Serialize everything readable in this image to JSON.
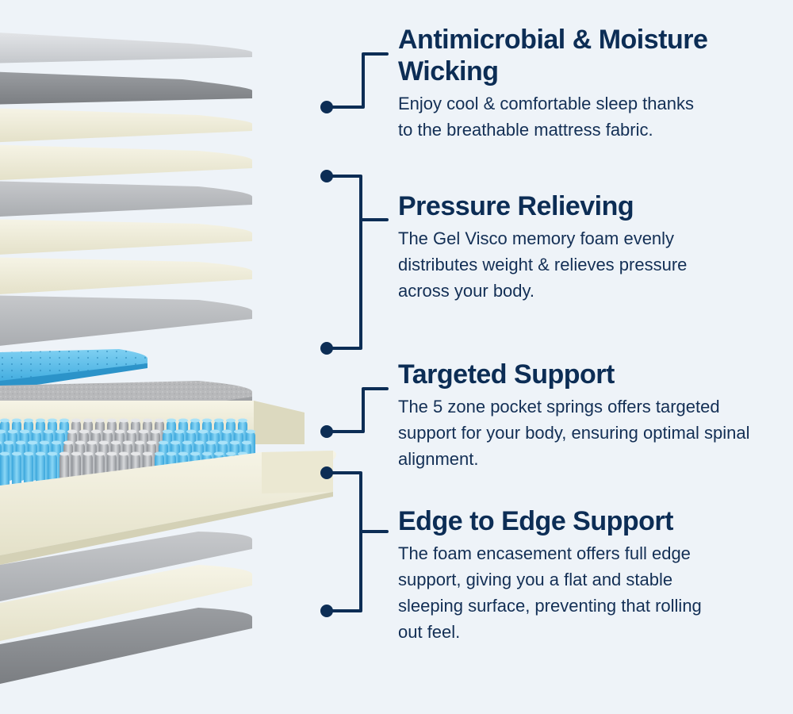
{
  "colors": {
    "background": "#eef3f8",
    "navy": "#0c2d55",
    "gel_blue": "#45b6e8",
    "foam_cream": "#f0eedc",
    "fabric_grey": "#b9bcc0"
  },
  "features": [
    {
      "title": "Antimicrobial & Moisture Wicking",
      "body": "Enjoy cool & comfortable sleep thanks to the breathable mattress fabric."
    },
    {
      "title": "Pressure Relieving",
      "body": "The Gel Visco memory foam evenly distributes weight & relieves pressure across your body."
    },
    {
      "title": "Targeted Support",
      "body": "The 5 zone pocket springs offers targeted support for your body, ensuring optimal spinal alignment."
    },
    {
      "title": "Edge to Edge Support",
      "body": "The foam encasement offers full edge support, giving you a flat and stable sleeping surface, preventing that rolling out feel."
    }
  ]
}
